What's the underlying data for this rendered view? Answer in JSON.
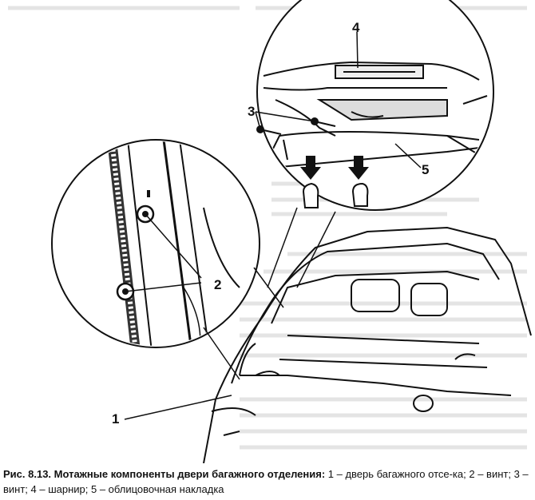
{
  "caption": {
    "label": "Рис. 8.13. Мотажные компоненты двери багажного отделения:",
    "text": "1 – дверь багажного отсе-ка; 2 – винт; 3 – винт; 4 – шарнир; 5 – облицовочная накладка"
  },
  "callouts": {
    "c1": "1",
    "c2": "2",
    "c3": "3",
    "c4": "4",
    "c5": "5"
  }
}
